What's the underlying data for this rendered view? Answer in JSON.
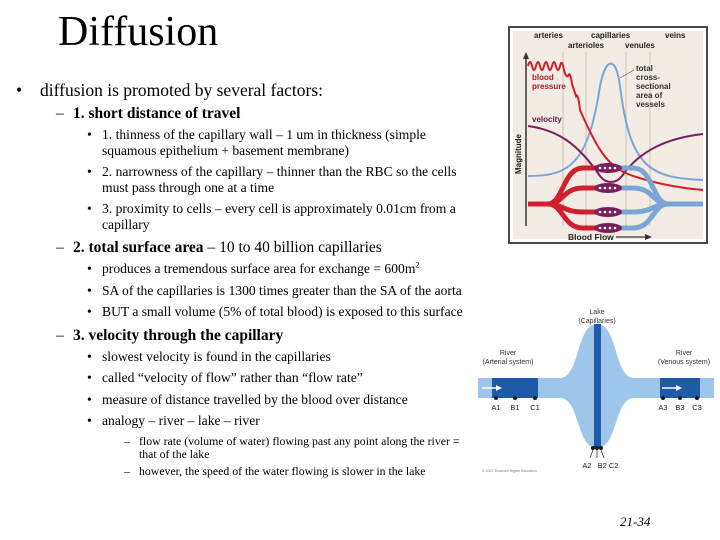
{
  "title": "Diffusion",
  "slide_number": "21-34",
  "body": {
    "main_bullet": "diffusion is promoted by several factors:",
    "sections": [
      {
        "heading": "1. short distance of travel",
        "heading_rest": "",
        "items": [
          "1. thinness of the capillary wall – 1 um in thickness (simple squamous epithelium + basement membrane)",
          "2. narrowness of the capillary – thinner than the RBC so the cells must pass through one at a time",
          "3. proximity to cells – every cell is approximately 0.01cm from a capillary"
        ]
      },
      {
        "heading": "2. total surface area",
        "heading_rest": " – 10 to 40 billion capillaries",
        "item_sa_text": "produces a tremendous surface area for exchange = 600m",
        "item_sa_sup": "2",
        "items": [
          "SA of the capillaries is 1300 times greater than the SA of the aorta",
          "BUT a small volume (5% of total blood) is exposed to this surface"
        ]
      },
      {
        "heading": "3. velocity through the capillary",
        "heading_rest": "",
        "items": [
          "slowest velocity is found in the capillaries",
          "called “velocity of flow” rather than “flow rate”",
          "measure of distance travelled by the blood over distance",
          "analogy – river – lake – river"
        ],
        "subitems": [
          "flow rate (volume of water) flowing past any point along the river = that of the lake",
          "however, the speed of the water flowing is slower in the lake"
        ]
      }
    ]
  },
  "figure_magnitude": {
    "vessel_labels_top": [
      "arteries",
      "capillaries",
      "veins"
    ],
    "vessel_labels_bottom": [
      "arterioles",
      "venules"
    ],
    "curve_labels": {
      "blood_pressure": [
        "blood",
        "pressure"
      ],
      "velocity": "velocity",
      "area": [
        "total",
        "cross-",
        "sectional",
        "area of",
        "vessels"
      ]
    },
    "y_axis": "Magnitude",
    "x_axis": "Blood Flow",
    "colors": {
      "pressure": "#d0202e",
      "velocity": "#7a1f5c",
      "area": "#7aa6d6",
      "frame": "#4a4a4a",
      "background": "#f3ece4"
    }
  },
  "figure_river": {
    "lake_label": [
      "Lake",
      "(Capillaries)"
    ],
    "river_left": [
      "River",
      "(Arterial system)"
    ],
    "river_right": [
      "River",
      "(Venous system)"
    ],
    "points_left": [
      "A1",
      "B1",
      "C1"
    ],
    "points_middle": [
      "A2",
      "B2 C2"
    ],
    "points_right": [
      "A3",
      "B3",
      "C3"
    ],
    "credit": "© 2007 Thomson Higher Education",
    "colors": {
      "water": "#9ec5ea",
      "band": "#1f5aa8"
    }
  }
}
